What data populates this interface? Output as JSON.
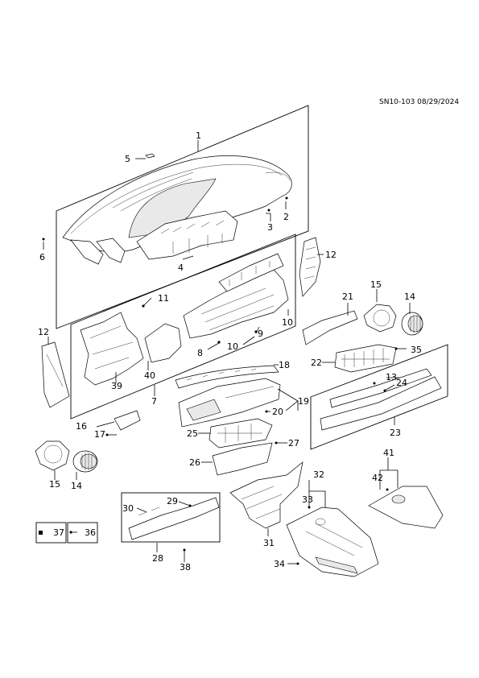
{
  "document": {
    "reference": "SN10-103 08/29/2024"
  },
  "callouts": [
    {
      "id": "c1",
      "label": "1"
    },
    {
      "id": "c2",
      "label": "2"
    },
    {
      "id": "c3",
      "label": "3"
    },
    {
      "id": "c4",
      "label": "4"
    },
    {
      "id": "c5",
      "label": "5"
    },
    {
      "id": "c6",
      "label": "6"
    },
    {
      "id": "c7",
      "label": "7"
    },
    {
      "id": "c8",
      "label": "8"
    },
    {
      "id": "c9",
      "label": "9"
    },
    {
      "id": "c10a",
      "label": "10"
    },
    {
      "id": "c10b",
      "label": "10"
    },
    {
      "id": "c11",
      "label": "11"
    },
    {
      "id": "c12a",
      "label": "12"
    },
    {
      "id": "c12b",
      "label": "12"
    },
    {
      "id": "c13",
      "label": "13"
    },
    {
      "id": "c14a",
      "label": "14"
    },
    {
      "id": "c14b",
      "label": "14"
    },
    {
      "id": "c15a",
      "label": "15"
    },
    {
      "id": "c15b",
      "label": "15"
    },
    {
      "id": "c16",
      "label": "16"
    },
    {
      "id": "c17",
      "label": "17"
    },
    {
      "id": "c18",
      "label": "18"
    },
    {
      "id": "c19",
      "label": "19"
    },
    {
      "id": "c20",
      "label": "20"
    },
    {
      "id": "c21",
      "label": "21"
    },
    {
      "id": "c22",
      "label": "22"
    },
    {
      "id": "c23",
      "label": "23"
    },
    {
      "id": "c24",
      "label": "24"
    },
    {
      "id": "c25",
      "label": "25"
    },
    {
      "id": "c26",
      "label": "26"
    },
    {
      "id": "c27",
      "label": "27"
    },
    {
      "id": "c28",
      "label": "28"
    },
    {
      "id": "c29",
      "label": "29"
    },
    {
      "id": "c30",
      "label": "30"
    },
    {
      "id": "c31",
      "label": "31"
    },
    {
      "id": "c32",
      "label": "32"
    },
    {
      "id": "c33",
      "label": "33"
    },
    {
      "id": "c34",
      "label": "34"
    },
    {
      "id": "c35",
      "label": "35"
    },
    {
      "id": "c36",
      "label": "36"
    },
    {
      "id": "c37",
      "label": "37"
    },
    {
      "id": "c38",
      "label": "38"
    },
    {
      "id": "c39",
      "label": "39"
    },
    {
      "id": "c40",
      "label": "40"
    },
    {
      "id": "c41",
      "label": "41"
    },
    {
      "id": "c42",
      "label": "42"
    }
  ]
}
